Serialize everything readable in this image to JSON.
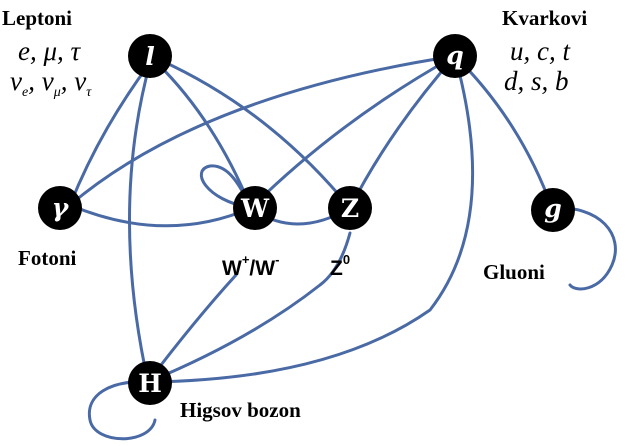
{
  "nodes": {
    "lepton": {
      "symbol": "l"
    },
    "quark": {
      "symbol": "q"
    },
    "photon": {
      "symbol": "γ"
    },
    "w": {
      "symbol": "W"
    },
    "z": {
      "symbol": "Z"
    },
    "gluon": {
      "symbol": "g"
    },
    "higgs": {
      "symbol": "H"
    }
  },
  "labels": {
    "leptons_title": "Leptoni",
    "leptons_row1": "e, μ, τ",
    "leptons_row2": {
      "v1": "v",
      "s1": "e",
      "v2": "v",
      "s2": "μ",
      "v3": "v",
      "s3": "τ"
    },
    "quarks_title": "Kvarkovi",
    "quarks_row1": "u, c, t",
    "quarks_row2": "d, s, b",
    "photon": "Fotoni",
    "wboson": {
      "base1": "W",
      "sup1": "+",
      "mid": "/W",
      "sup2": "-"
    },
    "zboson": {
      "base": "Z",
      "sup": "0"
    },
    "gluon": "Gluoni",
    "higgs": "Higsov bozon"
  },
  "colors": {
    "edge": "#4a6aa5",
    "node": "#000000"
  }
}
